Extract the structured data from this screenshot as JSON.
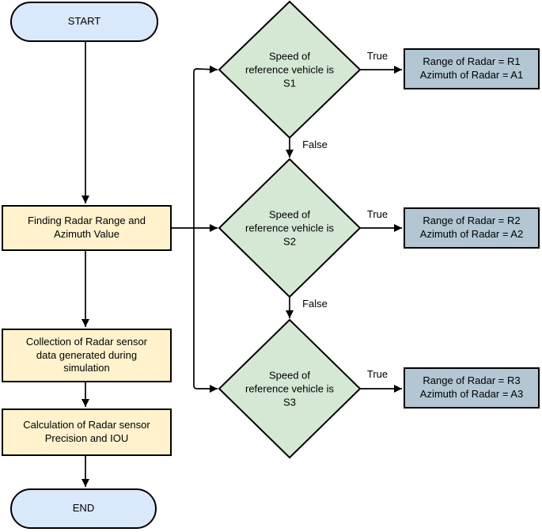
{
  "diagram": {
    "title_implicit": "Radar sensor simulation flowchart",
    "colors": {
      "terminator_fill": "#dae8fc",
      "process_fill": "#fff2cc",
      "decision_fill": "#d5e8d4",
      "result_fill": "#b2c6d3",
      "stroke": "#000000",
      "background": "#ffffff"
    },
    "nodes": {
      "start": {
        "label": "START",
        "type": "terminator"
      },
      "finding": {
        "label": "Finding Radar Range and\nAzimuth Value",
        "type": "process"
      },
      "collection": {
        "label": "Collection of Radar sensor\ndata generated during\nsimulation",
        "type": "process"
      },
      "calculation": {
        "label": "Calculation of Radar sensor\nPrecision and IOU",
        "type": "process"
      },
      "end": {
        "label": "END",
        "type": "terminator"
      },
      "decision1": {
        "label": "Speed of\nreference vehicle is\nS1",
        "type": "decision"
      },
      "decision2": {
        "label": "Speed of\nreference vehicle is\nS2",
        "type": "decision"
      },
      "decision3": {
        "label": "Speed of\nreference vehicle is\nS3",
        "type": "decision"
      },
      "result1": {
        "label": "Range of Radar = R1\nAzimuth of Radar = A1",
        "type": "result"
      },
      "result2": {
        "label": "Range of Radar = R2\nAzimuth of Radar = A2",
        "type": "result"
      },
      "result3": {
        "label": "Range of Radar = R3\nAzimuth of Radar = A3",
        "type": "result"
      }
    },
    "edge_labels": {
      "true1": "True",
      "true2": "True",
      "true3": "True",
      "false1": "False",
      "false2": "False"
    }
  }
}
